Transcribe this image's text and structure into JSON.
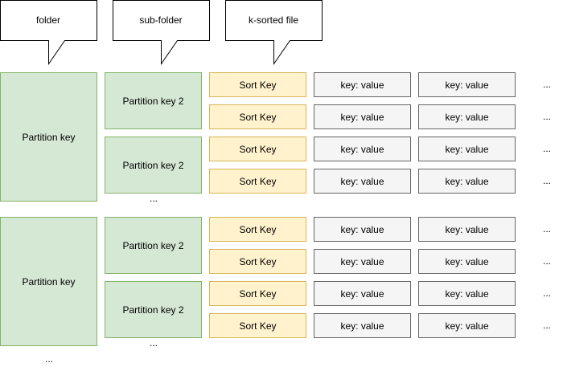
{
  "callouts": {
    "folder": "folder",
    "subfolder": "sub-folder",
    "file": "k-sorted file"
  },
  "groups": [
    {
      "partition_key": "Partition key",
      "sub_partitions": [
        {
          "label": "Partition key 2",
          "rows": [
            {
              "sort_key": "Sort Key",
              "values": [
                "key: value",
                "key: value"
              ]
            },
            {
              "sort_key": "Sort Key",
              "values": [
                "key: value",
                "key: value"
              ]
            }
          ]
        },
        {
          "label": "Partition key 2",
          "rows": [
            {
              "sort_key": "Sort Key",
              "values": [
                "key: value",
                "key: value"
              ]
            },
            {
              "sort_key": "Sort Key",
              "values": [
                "key: value",
                "key: value"
              ]
            }
          ]
        }
      ]
    },
    {
      "partition_key": "Partition key",
      "sub_partitions": [
        {
          "label": "Partition key 2",
          "rows": [
            {
              "sort_key": "Sort Key",
              "values": [
                "key: value",
                "key: value"
              ]
            },
            {
              "sort_key": "Sort Key",
              "values": [
                "key: value",
                "key: value"
              ]
            }
          ]
        },
        {
          "label": "Partition key 2",
          "rows": [
            {
              "sort_key": "Sort Key",
              "values": [
                "key: value",
                "key: value"
              ]
            },
            {
              "sort_key": "Sort Key",
              "values": [
                "key: value",
                "key: value"
              ]
            }
          ]
        }
      ]
    }
  ],
  "ellipsis": "...",
  "colors": {
    "partition_fill": "#d5e8d4",
    "partition_stroke": "#82b366",
    "sort_fill": "#fff2cc",
    "sort_stroke": "#d6b656",
    "kv_fill": "#f5f5f5",
    "kv_stroke": "#666666"
  }
}
